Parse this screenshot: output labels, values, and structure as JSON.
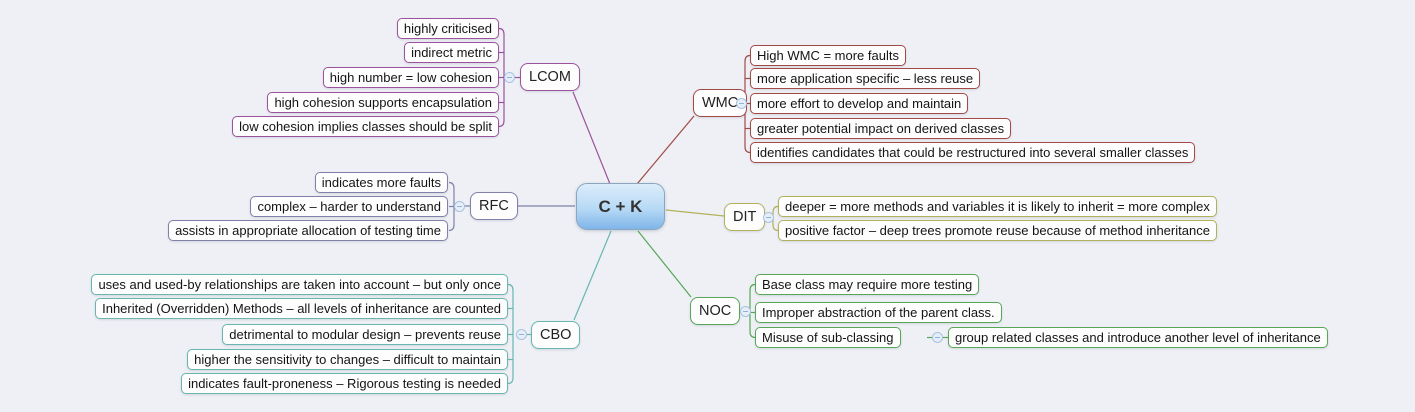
{
  "root": {
    "label": "C + K"
  },
  "branches": [
    {
      "label": "LCOM",
      "color": "#9c529c",
      "children": [
        "highly criticised",
        "indirect metric",
        "high number = low cohesion",
        "high cohesion supports encapsulation",
        "low cohesion implies classes should be split"
      ]
    },
    {
      "label": "WMC",
      "color": "#a24a46",
      "children": [
        "High WMC = more faults",
        "more application specific – less reuse",
        "more effort to develop and maintain",
        "greater potential impact on derived classes",
        "identifies candidates that could be restructured into several smaller classes"
      ]
    },
    {
      "label": "RFC",
      "color": "#8080a8",
      "children": [
        "indicates more faults",
        "complex – harder to understand",
        "assists in appropriate allocation of testing time"
      ]
    },
    {
      "label": "DIT",
      "color": "#b2b15c",
      "children": [
        "deeper = more methods and variables it is likely to inherit = more complex",
        "positive factor – deep trees promote reuse because of method inheritance"
      ]
    },
    {
      "label": "CBO",
      "color": "#68b6af",
      "children": [
        "uses and used-by relationships are taken into account – but only once",
        "Inherited (Overridden) Methods – all levels of inheritance are counted",
        "detrimental to modular design – prevents reuse",
        "higher the sensitivity to changes – difficult to maintain",
        "indicates fault-proneness – Rigorous testing is needed"
      ]
    },
    {
      "label": "NOC",
      "color": "#57a757",
      "children": [
        "Base class may require more testing",
        "Improper abstraction of the parent class.",
        "Misuse of sub-classing"
      ],
      "subchildren": [
        "group related classes and introduce another level of inheritance"
      ]
    }
  ]
}
